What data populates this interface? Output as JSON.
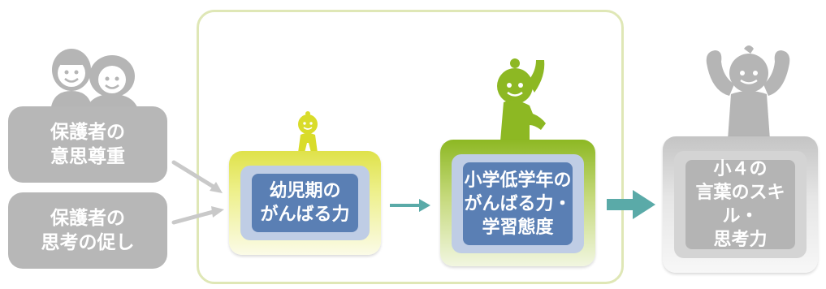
{
  "colors": {
    "gray_box": "#b7b7b7",
    "figure_gray": "#b5b5b5",
    "figure_yellow": "#d9dc2a",
    "figure_green": "#8db823",
    "blue_core": "#5a7fb4",
    "blue_border": "#bfcde5",
    "arrow_gray": "#c9c9c9",
    "arrow_teal": "#5aaaa8",
    "frame": "#dfe7b6"
  },
  "boxes": {
    "parent_respect": [
      "保護者の",
      "意思尊重"
    ],
    "parent_prompt": [
      "保護者の",
      "思考の促し"
    ],
    "early_childhood": [
      "幼児期の",
      "がんばる力"
    ],
    "lower_elementary": [
      "小学低学年の",
      "がんばる力・",
      "学習態度"
    ],
    "grade4": [
      "小４の",
      "言葉のスキル・",
      "思考力"
    ]
  },
  "icons": {
    "parents": "parents-icon",
    "child_small": "small-child-icon",
    "child_waving": "waving-child-icon",
    "child_strong": "strong-child-icon"
  }
}
